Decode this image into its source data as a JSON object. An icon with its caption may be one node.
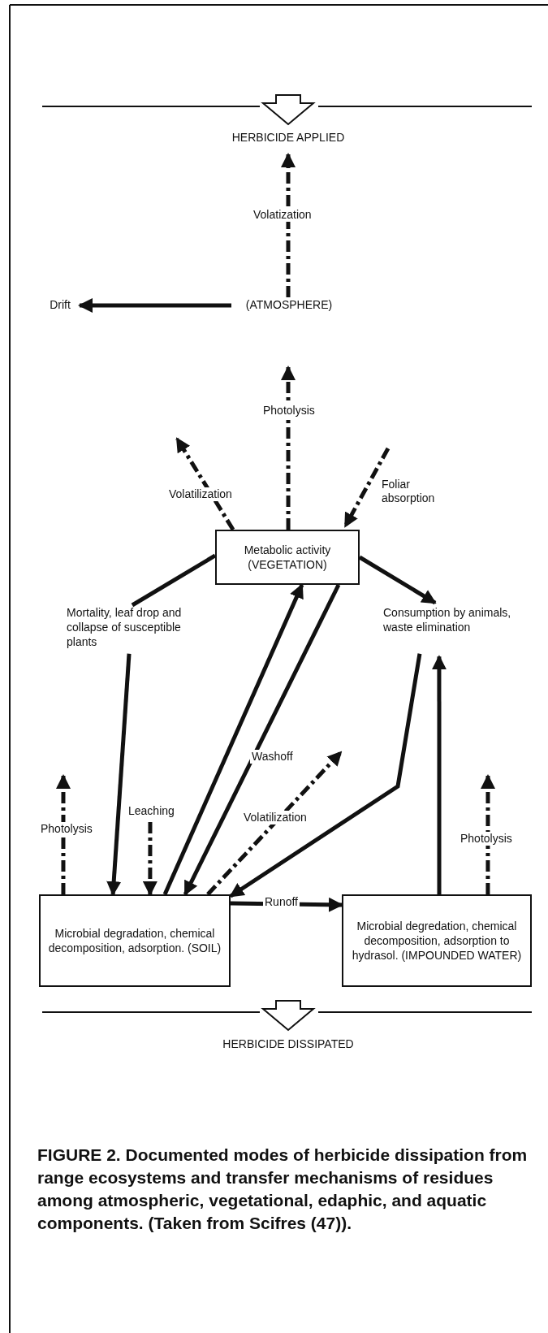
{
  "diagram": {
    "caption": "FIGURE 2. Documented modes of herbicide dissipation from range ecosystems and transfer mechanisms of residues among atmospheric, vegetational, edaphic, and aquatic components. (Taken from Scifres (47)).",
    "nodes": [
      {
        "text": [
          "HERBICIDE APPLIED"
        ]
      },
      {
        "text": [
          "(ATMOSPHERE)"
        ]
      },
      {
        "text": [
          "Drift"
        ]
      },
      {
        "text": [
          "Metabolic activity (VEGETATION)"
        ]
      },
      {
        "text": [
          "Mortality, leaf drop and collapse of susceptible plants"
        ]
      },
      {
        "text": [
          "Consumption by animals, waste elimination"
        ]
      },
      {
        "text": [
          "Microbial degradation, chemical decomposition, adsorption. (SOIL)"
        ]
      },
      {
        "text": [
          "Microbial degredation, chemical decomposition, adsorption to hydrasol. (IMPOUNDED WATER)"
        ]
      },
      {
        "text": [
          "HERBICIDE DISSIPATED"
        ]
      }
    ],
    "edges": [
      {
        "from": 1,
        "to": 0,
        "arrow": "to",
        "label": "Volatization",
        "style": "dashed"
      },
      {
        "from": 1,
        "to": 2,
        "arrow": "to"
      },
      {
        "from": 3,
        "to": null,
        "arrow": "to",
        "label": "Photolysis",
        "style": "dashed"
      },
      {
        "from": 3,
        "to": null,
        "arrow": "to",
        "label": "Volatilization",
        "style": "dashed"
      },
      {
        "from": null,
        "to": 3,
        "arrow": "to",
        "label": "Foliar absorption",
        "style": "dashed"
      },
      {
        "from": 3,
        "to": 4,
        "arrow": "none"
      },
      {
        "from": 4,
        "to": 6,
        "arrow": "to"
      },
      {
        "from": 6,
        "to": 3,
        "arrow": "to"
      },
      {
        "from": 3,
        "to": 6,
        "arrow": "to",
        "label": "Washoff"
      },
      {
        "from": 3,
        "to": 5,
        "arrow": "to"
      },
      {
        "from": 5,
        "to": 6,
        "arrow": "to"
      },
      {
        "from": 7,
        "to": 5,
        "arrow": "to"
      },
      {
        "from": 6,
        "to": null,
        "arrow": "to",
        "label": "Photolysis",
        "style": "dashed"
      },
      {
        "from": null,
        "to": 6,
        "arrow": "to",
        "label": "Leaching",
        "style": "dashed"
      },
      {
        "from": 6,
        "to": null,
        "arrow": "to",
        "label": "Volatilization",
        "style": "dashed"
      },
      {
        "from": 6,
        "to": 7,
        "arrow": "to",
        "label": "Runoff"
      },
      {
        "from": 7,
        "to": null,
        "arrow": "to",
        "label": "Photolysis",
        "style": "dashed"
      }
    ]
  }
}
